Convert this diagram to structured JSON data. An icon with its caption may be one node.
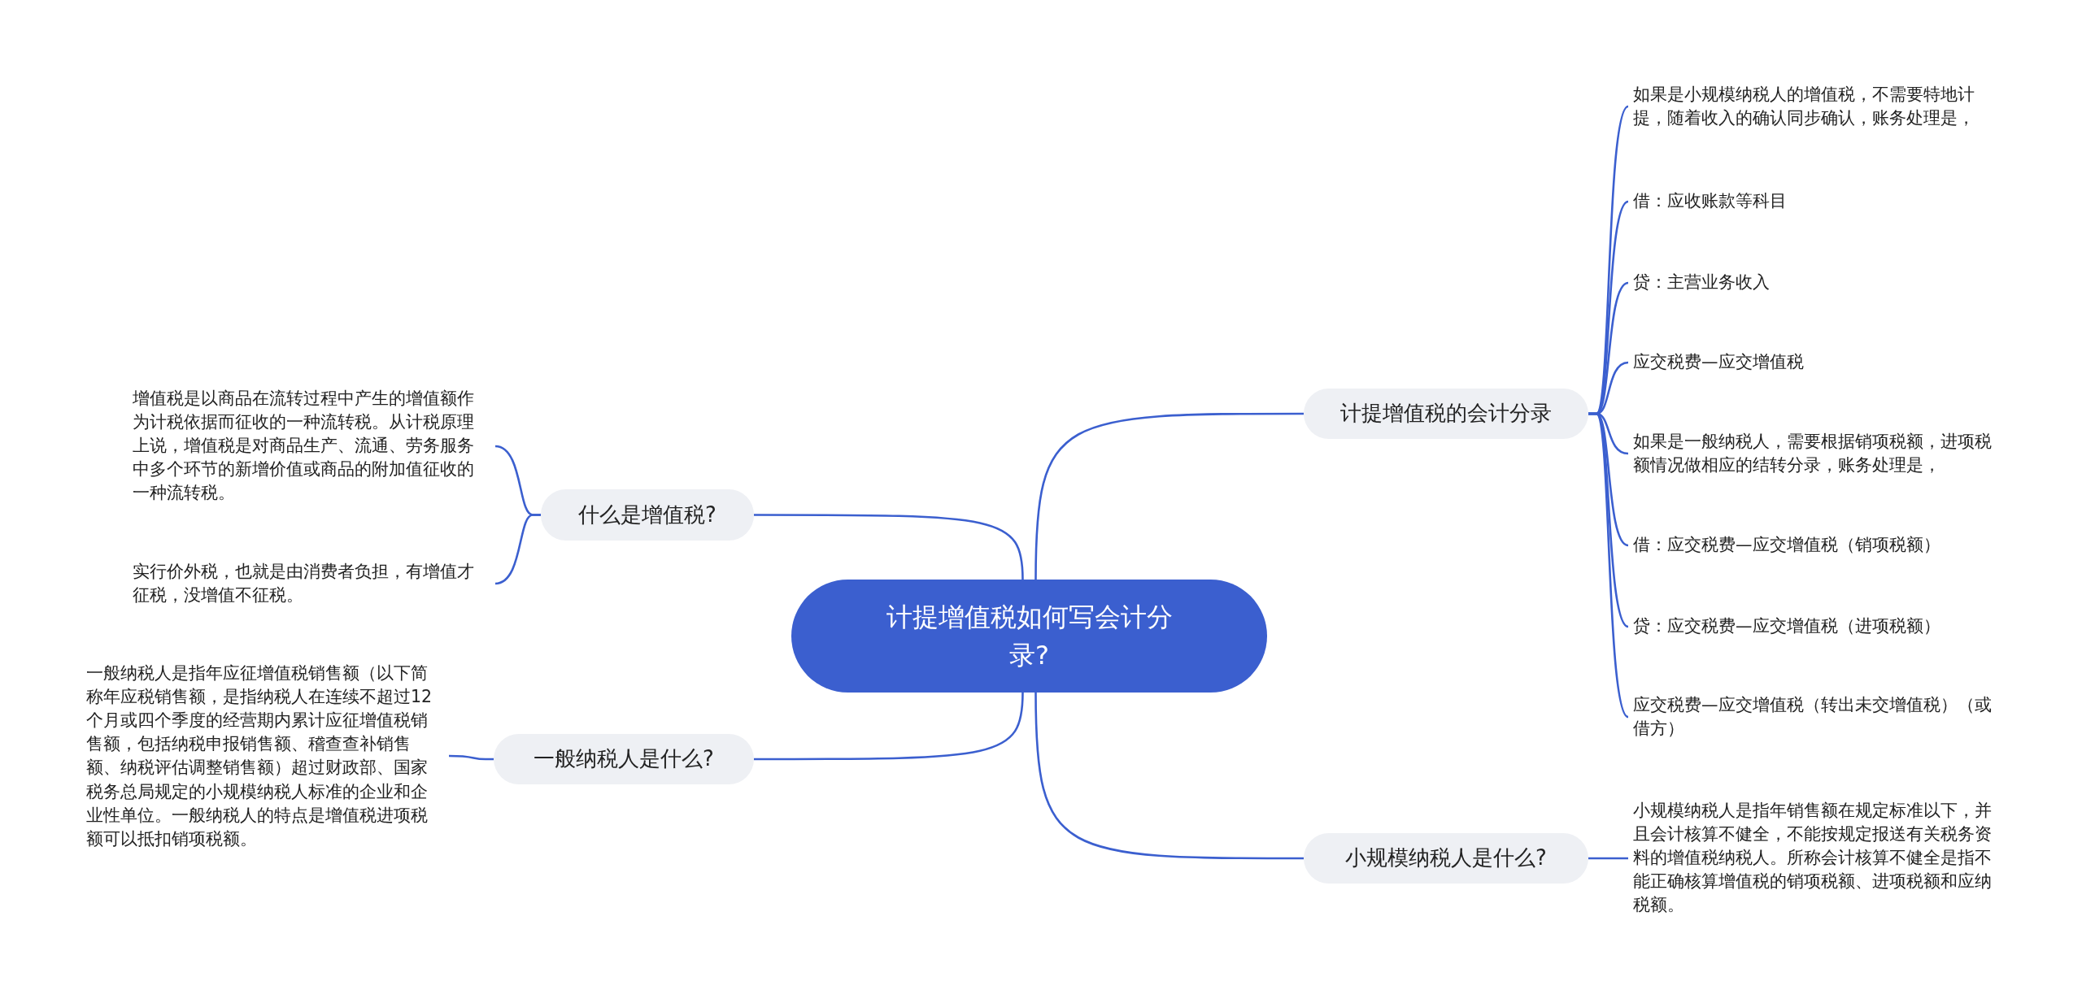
{
  "diagram": {
    "nodes": [
      {
        "text": [
          "计提增值税如何写会计分录?"
        ]
      },
      {
        "text": [
          "计提增值税的会计分录"
        ]
      },
      {
        "text": [
          "如果是小规模纳税人的增值税，不需要特地计提，随着收入的确认同步确认，账务处理是，"
        ]
      },
      {
        "text": [
          "借：应收账款等科目"
        ]
      },
      {
        "text": [
          "贷：主营业务收入"
        ]
      },
      {
        "text": [
          "应交税费—应交增值税"
        ]
      },
      {
        "text": [
          "如果是一般纳税人，需要根据销项税额，进项税额情况做相应的结转分录，账务处理是，"
        ]
      },
      {
        "text": [
          "借：应交税费—应交增值税（销项税额）"
        ]
      },
      {
        "text": [
          "贷：应交税费—应交增值税（进项税额）"
        ]
      },
      {
        "text": [
          "应交税费—应交增值税（转出未交增值税）（或借方）"
        ]
      },
      {
        "text": [
          "什么是增值税?"
        ]
      },
      {
        "text": [
          "增值税是以商品在流转过程中产生的增值额作为计税依据而征收的一种流转税。从计税原理上说，增值税是对商品生产、流通、劳务服务中多个环节的新增价值或商品的附加值征收的一种流转税。"
        ]
      },
      {
        "text": [
          "实行价外税，也就是由消费者负担，有增值才征税，没增值不征税。"
        ]
      },
      {
        "text": [
          "一般纳税人是什么?"
        ]
      },
      {
        "text": [
          "一般纳税人是指年应征增值税销售额（以下简称年应税销售额，是指纳税人在连续不超过12个月或四个季度的经营期内累计应征增值税销售额，包括纳税申报销售额、稽查查补销售额、纳税评估调整销售额）超过财政部、国家税务总局规定的小规模纳税人标准的企业和企业性单位。一般纳税人的特点是增值税进项税额可以抵扣销项税额。"
        ]
      },
      {
        "text": [
          "小规模纳税人是什么?"
        ]
      },
      {
        "text": [
          "小规模纳税人是指年销售额在规定标准以下，并且会计核算不健全，不能按规定报送有关税务资料的增值税纳税人。所称会计核算不健全是指不能正确核算增值税的销项税额、进项税额和应纳税额。"
        ]
      }
    ],
    "edges": [
      {
        "from": 0,
        "to": 1,
        "arrow": "none"
      },
      {
        "from": 1,
        "to": 2,
        "arrow": "none"
      },
      {
        "from": 1,
        "to": 3,
        "arrow": "none"
      },
      {
        "from": 1,
        "to": 4,
        "arrow": "none"
      },
      {
        "from": 1,
        "to": 5,
        "arrow": "none"
      },
      {
        "from": 1,
        "to": 6,
        "arrow": "none"
      },
      {
        "from": 1,
        "to": 7,
        "arrow": "none"
      },
      {
        "from": 1,
        "to": 8,
        "arrow": "none"
      },
      {
        "from": 1,
        "to": 9,
        "arrow": "none"
      },
      {
        "from": 0,
        "to": 10,
        "arrow": "none"
      },
      {
        "from": 10,
        "to": 11,
        "arrow": "none"
      },
      {
        "from": 10,
        "to": 12,
        "arrow": "none"
      },
      {
        "from": 0,
        "to": 13,
        "arrow": "none"
      },
      {
        "from": 13,
        "to": 14,
        "arrow": "none"
      },
      {
        "from": 0,
        "to": 15,
        "arrow": "none"
      },
      {
        "from": 15,
        "to": 16,
        "arrow": "none"
      }
    ]
  }
}
